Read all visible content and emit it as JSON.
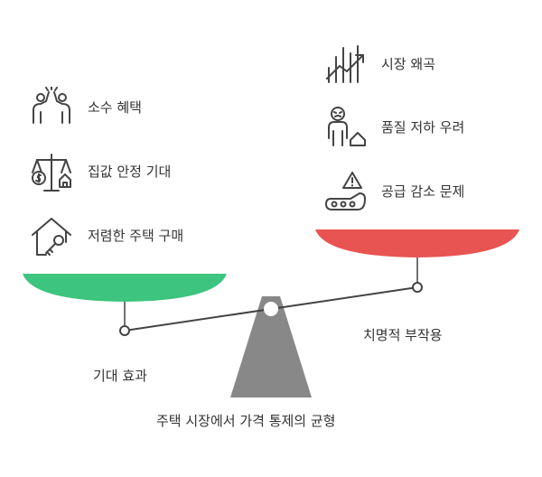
{
  "title": "주택 시장에서 가격 통제의 균형",
  "left_side": {
    "label": "기대 효과",
    "items": [
      {
        "label": "소수 혜택",
        "icon": "high-five-people-icon"
      },
      {
        "label": "집값 안정 기대",
        "icon": "balance-scale-house-icon"
      },
      {
        "label": "저렴한 주택 구매",
        "icon": "house-key-icon"
      }
    ],
    "pan_color": "#3dc47e"
  },
  "right_side": {
    "label": "치명적 부작용",
    "items": [
      {
        "label": "시장 왜곡",
        "icon": "chart-growth-arrow-icon"
      },
      {
        "label": "품질 저하 우려",
        "icon": "worried-person-house-icon"
      },
      {
        "label": "공급 감소 문제",
        "icon": "warning-conveyor-icon"
      }
    ],
    "pan_color": "#e85451"
  },
  "colors": {
    "beam": "#444444",
    "pillar": "#888888"
  }
}
